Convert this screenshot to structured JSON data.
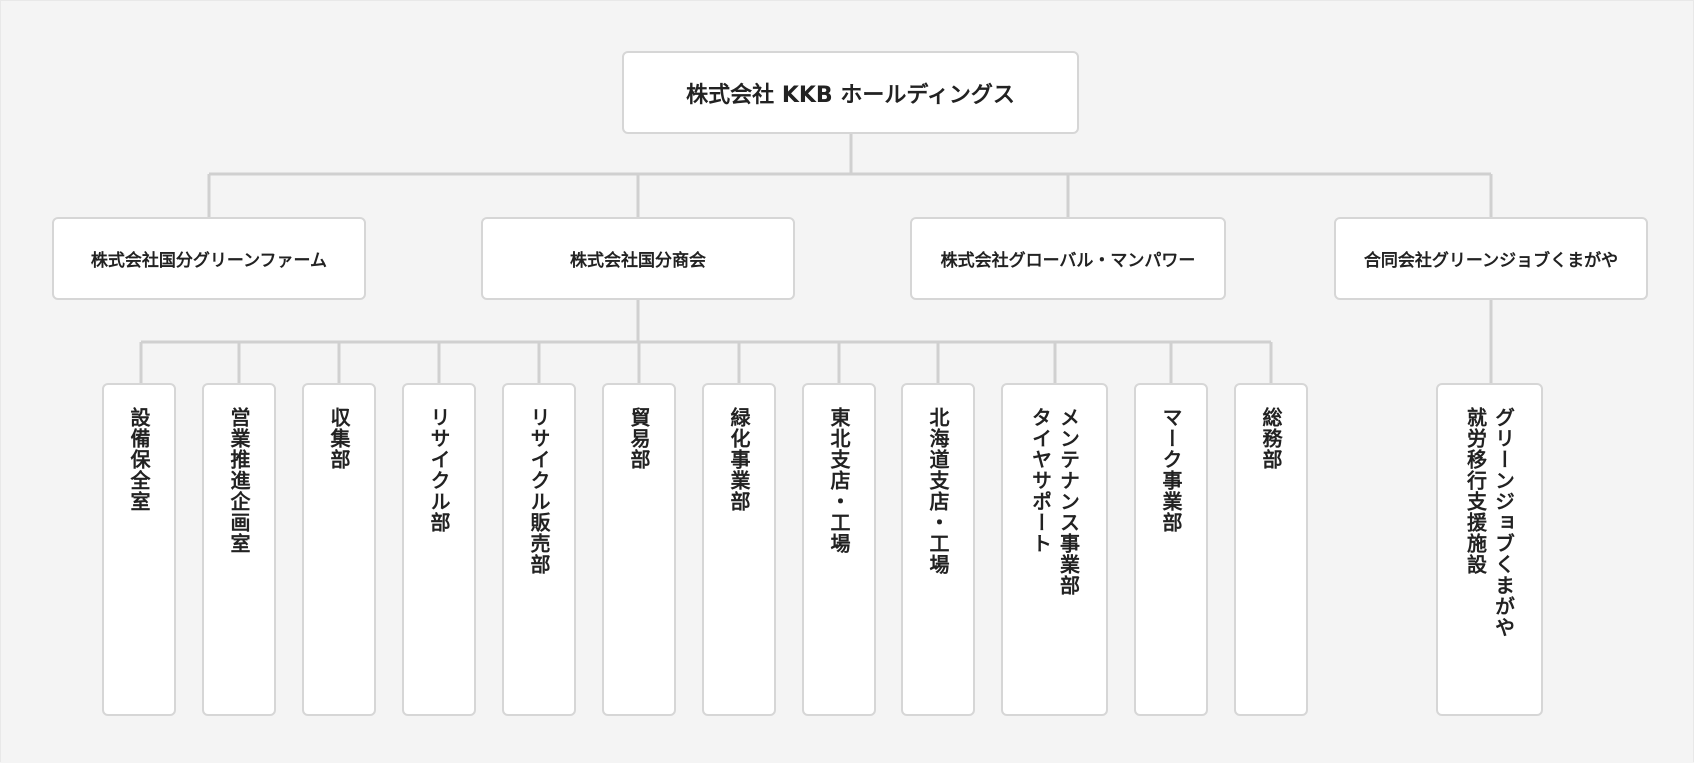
{
  "root": {
    "name": "株式会社 KKB ホールディングス"
  },
  "companies": [
    {
      "name": "株式会社国分グリーンファーム"
    },
    {
      "name": "株式会社国分商会"
    },
    {
      "name": "株式会社グローバル・マンパワー"
    },
    {
      "name": "合同会社グリーンジョブくまがや"
    }
  ],
  "departments": [
    {
      "lines": [
        "設備保全室"
      ]
    },
    {
      "lines": [
        "営業推進企画室"
      ]
    },
    {
      "lines": [
        "収集部"
      ]
    },
    {
      "lines": [
        "リサイクル部"
      ]
    },
    {
      "lines": [
        "リサイクル販売部"
      ]
    },
    {
      "lines": [
        "貿易部"
      ]
    },
    {
      "lines": [
        "緑化事業部"
      ]
    },
    {
      "lines": [
        "東北支店・工場"
      ]
    },
    {
      "lines": [
        "北海道支店・工場"
      ]
    },
    {
      "lines": [
        "タイヤサポート",
        "メンテナンス事業部"
      ]
    },
    {
      "lines": [
        "マーク事業部"
      ]
    },
    {
      "lines": [
        "総務部"
      ]
    }
  ],
  "facility": {
    "lines": [
      "就労移行支援施設",
      "グリーンジョブくまがや"
    ]
  },
  "colors": {
    "background": "#f4f4f4",
    "box": "#ffffff",
    "border": "#d6d6d6",
    "line": "#d0d0d0",
    "text": "#222222"
  }
}
